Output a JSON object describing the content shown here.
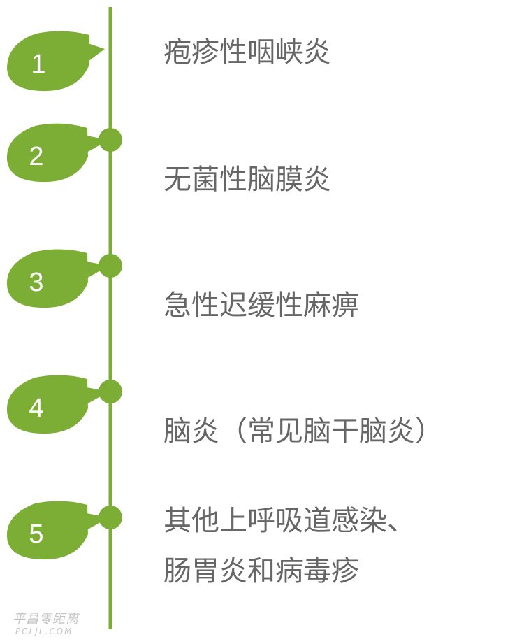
{
  "accent_color": "#7cae36",
  "text_color": "#666666",
  "items": [
    {
      "number": "1",
      "lines": [
        "疱疹性咽峡炎"
      ]
    },
    {
      "number": "2",
      "lines": [
        "无菌性脑膜炎"
      ]
    },
    {
      "number": "3",
      "lines": [
        "急性迟缓性麻痹"
      ]
    },
    {
      "number": "4",
      "lines": [
        "脑炎（常见脑干脑炎）"
      ]
    },
    {
      "number": "5",
      "lines": [
        "其他上呼吸道感染、",
        "肠胃炎和病毒疹"
      ]
    }
  ],
  "watermark": {
    "main": "平昌零距离",
    "sub": "PCLJL.COM"
  }
}
